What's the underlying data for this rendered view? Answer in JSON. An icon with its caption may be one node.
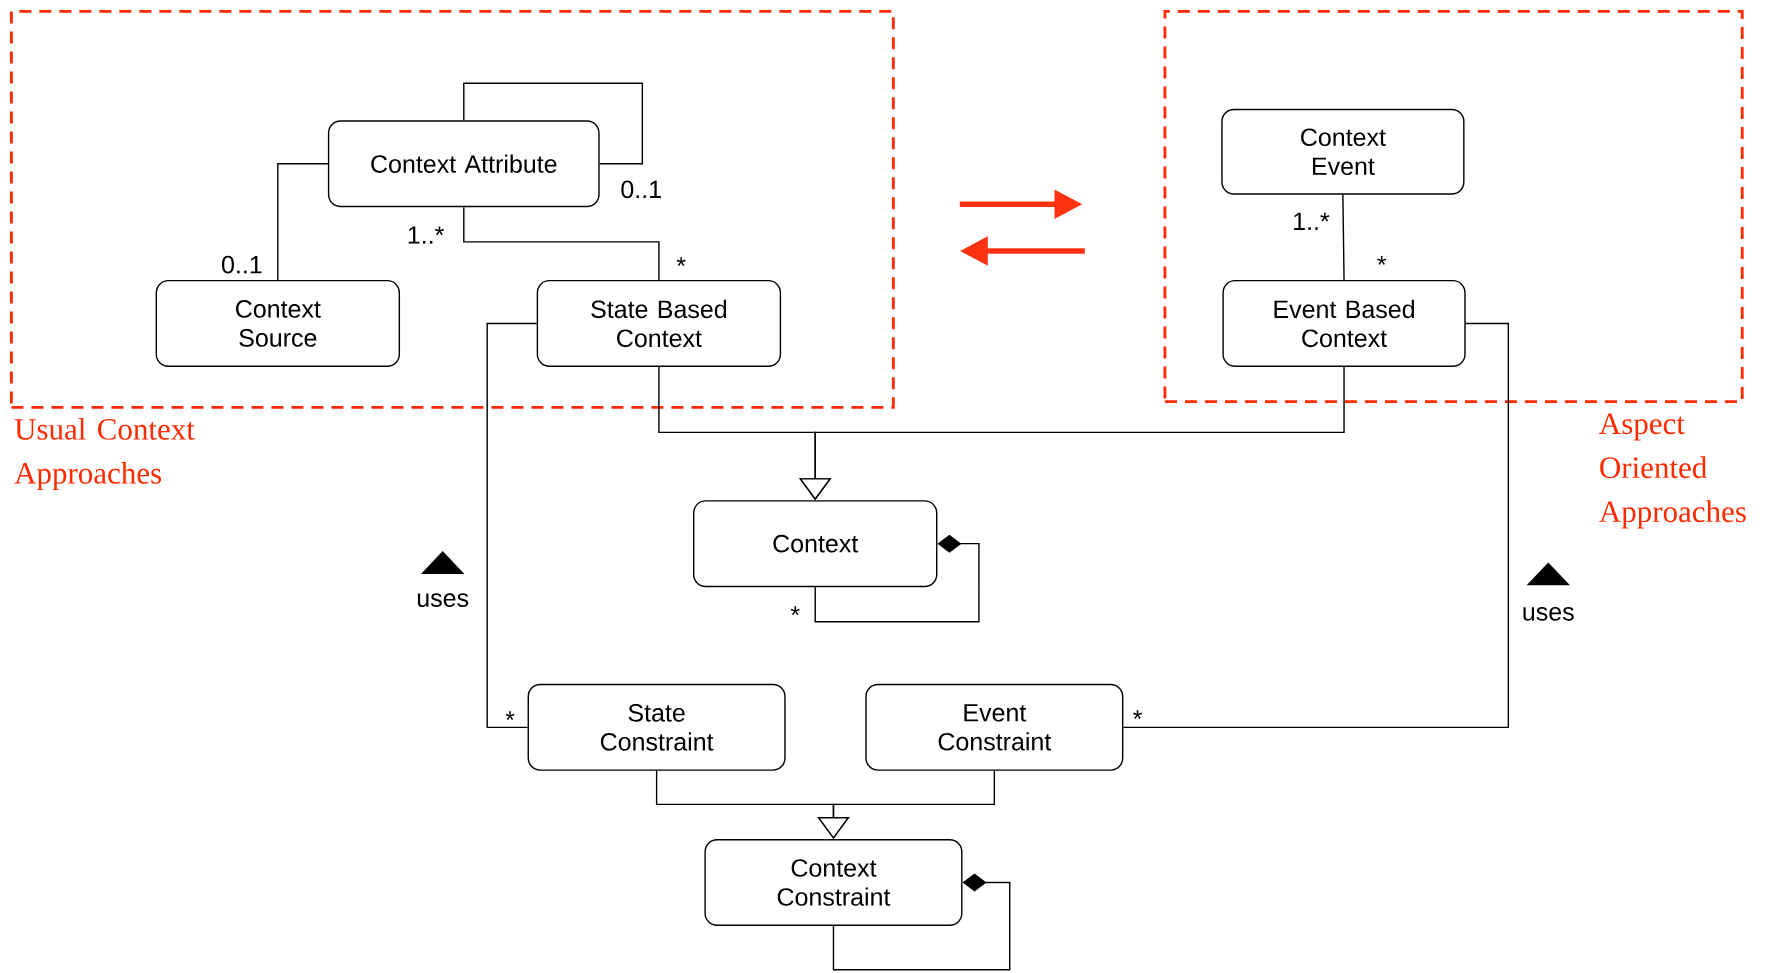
{
  "diagram": {
    "nodes": [
      {
        "text": [
          "Usual Context Approaches"
        ]
      },
      {
        "text": [
          "Aspect Oriented Approaches"
        ]
      },
      {
        "text": [
          "Context Attribute"
        ],
        "in": 0
      },
      {
        "text": [
          "Context Source"
        ],
        "in": 0
      },
      {
        "text": [
          "State Based Context"
        ],
        "in": 0
      },
      {
        "text": [
          "Context Event"
        ],
        "in": 1
      },
      {
        "text": [
          "Event Based Context"
        ],
        "in": 1
      },
      {
        "text": [
          "Context"
        ]
      },
      {
        "text": [
          "State Constraint"
        ]
      },
      {
        "text": [
          "Event Constraint"
        ]
      },
      {
        "text": [
          "Context Constraint"
        ]
      }
    ],
    "edges": [
      {
        "from": 2,
        "to": 2,
        "arrow": "none"
      },
      {
        "from": 2,
        "to": 3,
        "arrow": "none"
      },
      {
        "from": 2,
        "to": 4,
        "arrow": "none"
      },
      {
        "from": 5,
        "to": 6,
        "arrow": "none"
      },
      {
        "from": 4,
        "to": 7,
        "arrow": "to"
      },
      {
        "from": 6,
        "to": 7,
        "arrow": "to"
      },
      {
        "from": 7,
        "to": 7,
        "arrow": "other"
      },
      {
        "from": 4,
        "to": 8,
        "arrow": "none",
        "label": "uses"
      },
      {
        "from": 6,
        "to": 9,
        "arrow": "none",
        "label": "uses"
      },
      {
        "from": 8,
        "to": 10,
        "arrow": "to"
      },
      {
        "from": 9,
        "to": 10,
        "arrow": "to"
      },
      {
        "from": 10,
        "to": 10,
        "arrow": "other"
      },
      {
        "from": 0,
        "to": 1,
        "arrow": "to",
        "style": "thick",
        "color": "#ff3311"
      },
      {
        "from": 1,
        "to": 0,
        "arrow": "to",
        "style": "thick",
        "color": "#ff3311"
      }
    ],
    "labels": [
      "0..1",
      "1..*",
      "1..*",
      "0..1",
      "*",
      "*",
      "*",
      "*",
      "*"
    ]
  }
}
